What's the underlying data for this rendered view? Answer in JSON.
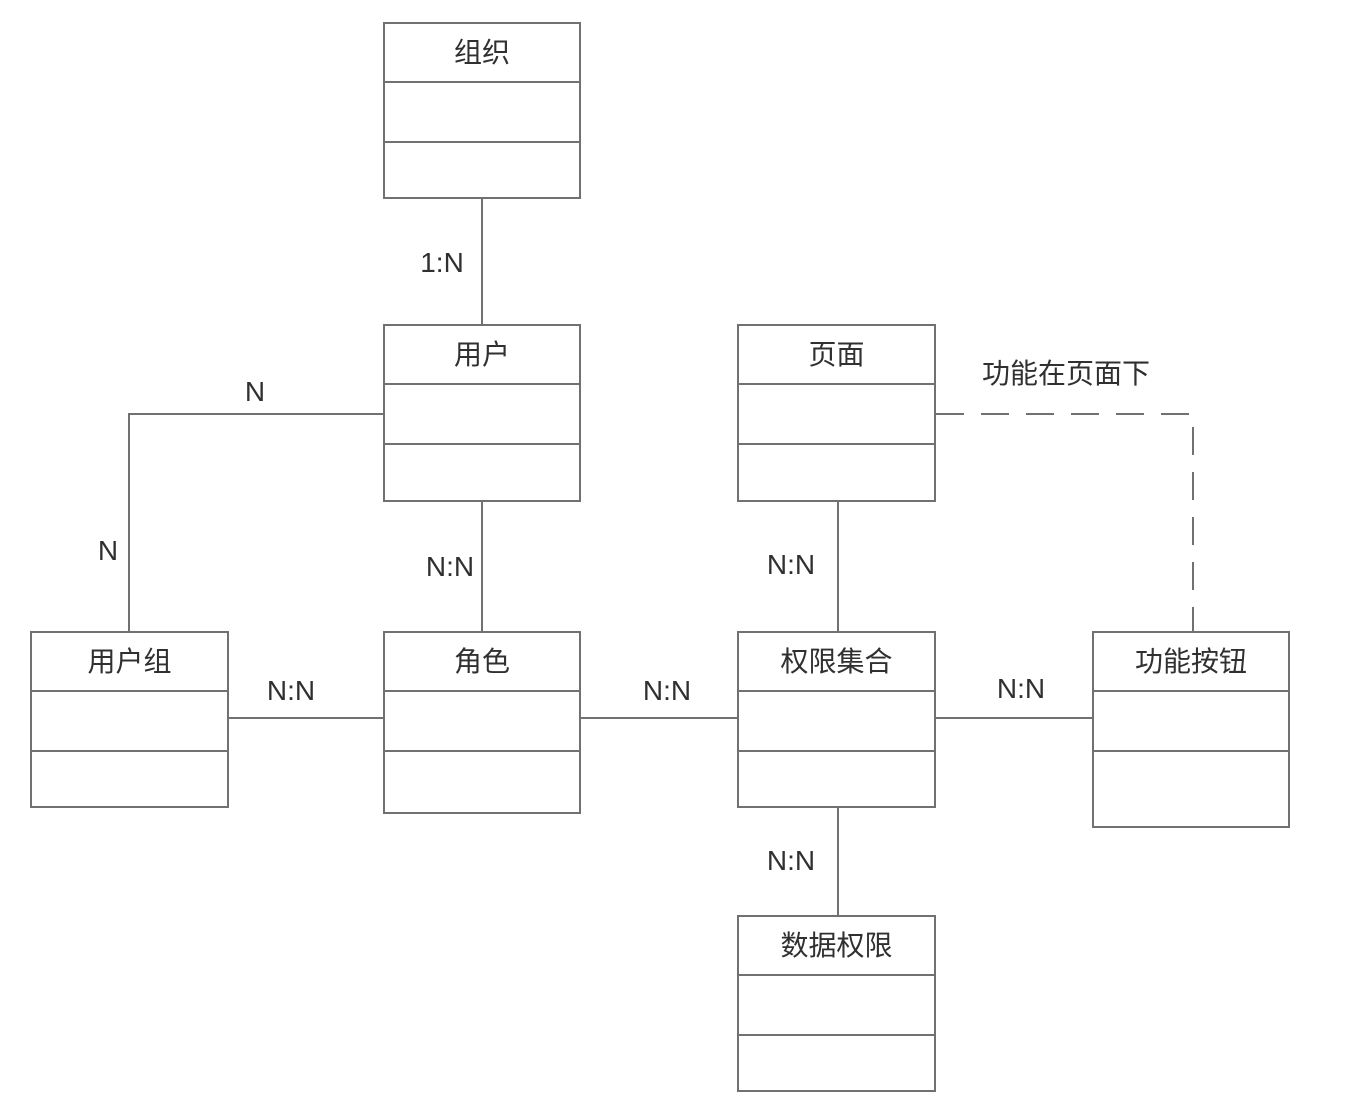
{
  "diagram": {
    "entities": {
      "organization": {
        "title": "组织"
      },
      "user": {
        "title": "用户"
      },
      "page": {
        "title": "页面"
      },
      "user_group": {
        "title": "用户组"
      },
      "role": {
        "title": "角色"
      },
      "permission_set": {
        "title": "权限集合"
      },
      "function_button": {
        "title": "功能按钮"
      },
      "data_permission": {
        "title": "数据权限"
      }
    },
    "relationship_labels": {
      "organization_user": "1:N",
      "user_usergroup_top": "N",
      "user_usergroup_side": "N",
      "user_role": "N:N",
      "usergroup_role": "N:N",
      "page_permissionset": "N:N",
      "role_permissionset": "N:N",
      "permissionset_functionbutton": "N:N",
      "permissionset_datapermission": "N:N"
    },
    "annotation": "功能在页面下",
    "colors": {
      "line": "#717171",
      "text": "#303030",
      "background": "#ffffff"
    }
  }
}
